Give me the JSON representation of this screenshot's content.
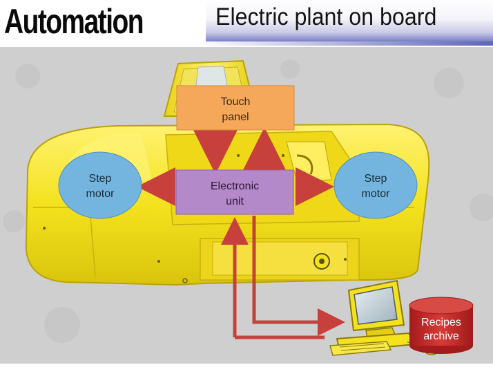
{
  "header": {
    "title": "Automation",
    "subtitle": "Electric plant on board"
  },
  "diagram": {
    "touch_panel": [
      "Touch",
      "panel"
    ],
    "electronic_unit": [
      "Electronic",
      "unit"
    ],
    "step_motor_left": [
      "Step",
      "motor"
    ],
    "step_motor_right": [
      "Step",
      "motor"
    ],
    "recipes_archive": [
      "Recipes",
      "archive"
    ]
  },
  "colors": {
    "machine_yellow": "#f4e21e",
    "touch_panel": "#f5a85a",
    "electronic_unit": "#b489c9",
    "step_motor": "#74b5df",
    "recipes_archive": "#c9292a",
    "arrow": "#c8403c"
  }
}
